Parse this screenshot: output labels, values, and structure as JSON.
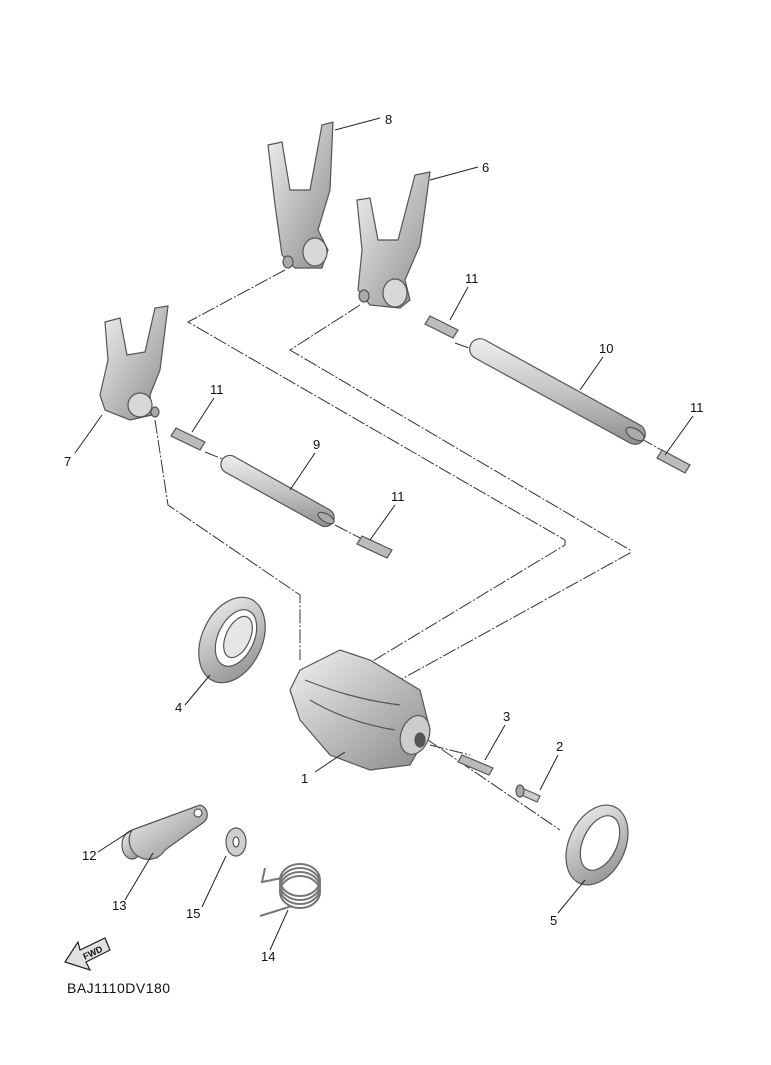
{
  "diagram": {
    "code": "BAJ1110DV180",
    "fwd_label": "FWD",
    "callouts": [
      {
        "id": "1",
        "label": "1"
      },
      {
        "id": "2",
        "label": "2"
      },
      {
        "id": "3",
        "label": "3"
      },
      {
        "id": "4",
        "label": "4"
      },
      {
        "id": "5",
        "label": "5"
      },
      {
        "id": "6",
        "label": "6"
      },
      {
        "id": "7",
        "label": "7"
      },
      {
        "id": "8",
        "label": "8"
      },
      {
        "id": "9",
        "label": "9"
      },
      {
        "id": "10",
        "label": "10"
      },
      {
        "id": "11a",
        "label": "11"
      },
      {
        "id": "11b",
        "label": "11"
      },
      {
        "id": "11c",
        "label": "11"
      },
      {
        "id": "11d",
        "label": "11"
      },
      {
        "id": "12",
        "label": "12"
      },
      {
        "id": "13",
        "label": "13"
      },
      {
        "id": "14",
        "label": "14"
      },
      {
        "id": "15",
        "label": "15"
      }
    ]
  }
}
